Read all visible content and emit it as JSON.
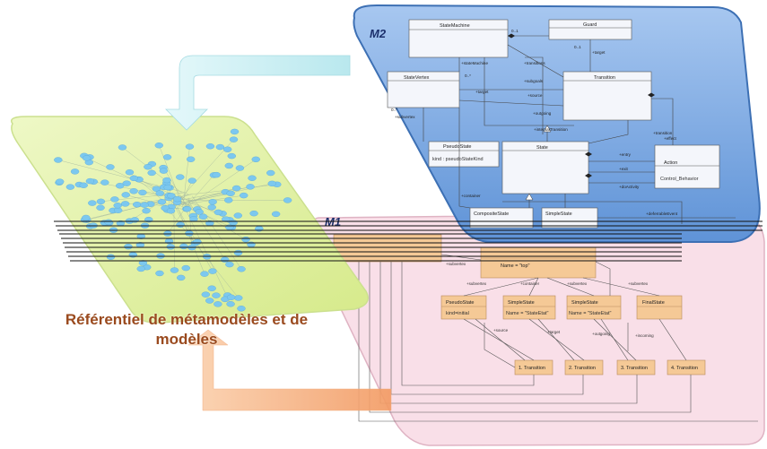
{
  "caption": "Référentiel de métamodèles et de modèles",
  "m2": {
    "label": "M2",
    "boxes": [
      {
        "id": "stateMachine",
        "title": "StateMachine"
      },
      {
        "id": "guard",
        "title": "Guard"
      },
      {
        "id": "stateVertex",
        "title": "StateVertex"
      },
      {
        "id": "transition",
        "title": "Transition"
      },
      {
        "id": "pseudoState",
        "title": "PseudoState",
        "attr": "kind : pseudoStateKind"
      },
      {
        "id": "state",
        "title": "State"
      },
      {
        "id": "action",
        "title": "Action",
        "attr": "Control_Behavior"
      },
      {
        "id": "compositeState",
        "title": "CompositeState"
      },
      {
        "id": "simpleState",
        "title": "SimpleState"
      }
    ],
    "roles": [
      "+stateMachine",
      "+transitions",
      "+subgoals",
      "+source",
      "+target",
      "+outgoing",
      "+incoming",
      "+subvertex",
      "+internalTransition",
      "+transition",
      "+effect",
      "+entry",
      "+exit",
      "+doActivity",
      "+container",
      "+deferrableEvent",
      "0..1",
      "0..*",
      "1",
      "1..*"
    ]
  },
  "m1": {
    "label": "M1",
    "top_state": "Name = \"top\"",
    "states": [
      {
        "title": "PseudoState",
        "attr": "kind=initial"
      },
      {
        "title": "SimpleState",
        "attr": "Name = \"StateEtat\""
      },
      {
        "title": "SimpleState",
        "attr": "Name = \"StateEtat\""
      },
      {
        "title": "FinalState",
        "attr": ""
      }
    ],
    "transitions": [
      "1. Transition",
      "2. Transition",
      "3. Transition",
      "4. Transition"
    ],
    "roles": [
      "+subvertex",
      "+container",
      "+source",
      "+target",
      "+outgoing",
      "+incoming"
    ]
  },
  "colors": {
    "m2_fill": "#8fb6e8",
    "m2_stroke": "#3c6fb5",
    "m1_fill": "#f8dde6",
    "m1_stroke": "#d8a7b8",
    "repo_fill": "#e4f2a8",
    "repo_stroke": "#c9dd85",
    "node": "#7cc7ee",
    "arrow_cyan": "#c8eef2",
    "arrow_orange": "#f6b888",
    "m1_box": "#f6ca98"
  }
}
